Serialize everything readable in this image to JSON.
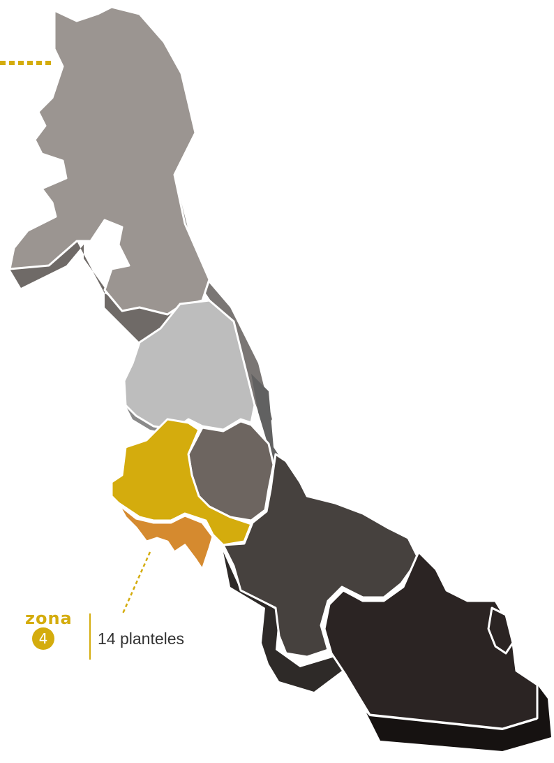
{
  "colors": {
    "accent": "#d4ac0d",
    "zona4_highlight": "#d4ac0d",
    "zona4_sub": "#d58a2f",
    "north": "#9b9591",
    "north_side": "#6f6a67",
    "central_light": "#bdbdbd",
    "central_light_side": "#8a8a8a",
    "central_mid": "#6d6560",
    "south_dark": "#46413e",
    "south_darkest": "#2b2423",
    "side_darkest": "#161211",
    "coast": "#7a7674"
  },
  "label": {
    "zone_word": "zona",
    "zone_number": "4",
    "count_text": "14 planteles"
  }
}
